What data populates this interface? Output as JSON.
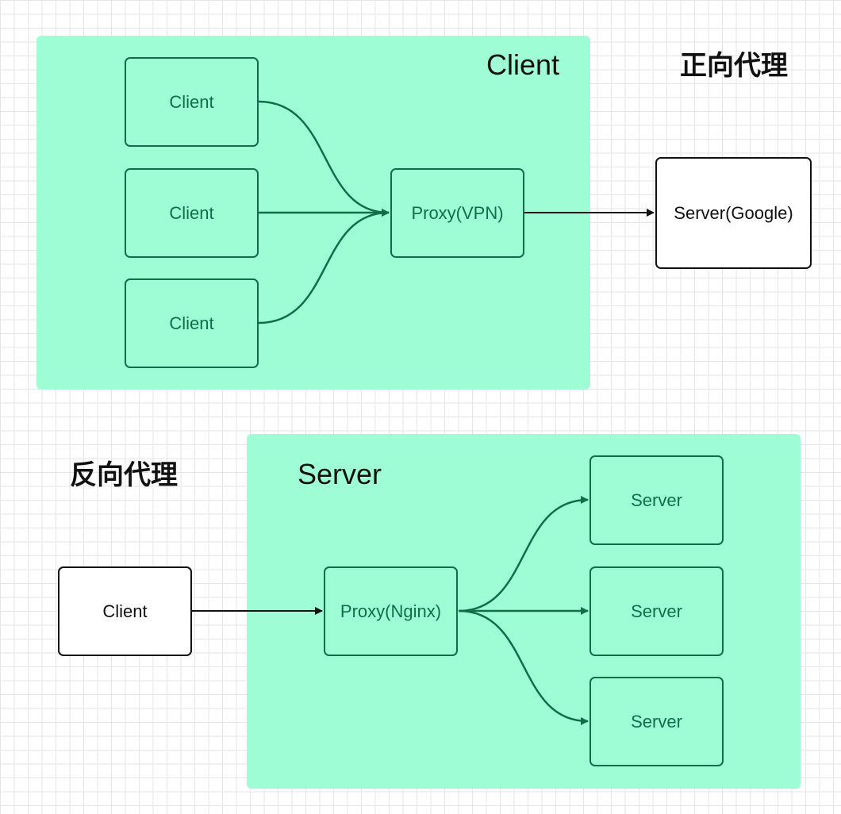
{
  "forward": {
    "heading": "正向代理",
    "region_label": "Client",
    "clients": [
      "Client",
      "Client",
      "Client"
    ],
    "proxy": "Proxy(VPN)",
    "server": "Server(Google)"
  },
  "reverse": {
    "heading": "反向代理",
    "region_label": "Server",
    "client": "Client",
    "proxy": "Proxy(Nginx)",
    "servers": [
      "Server",
      "Server",
      "Server"
    ]
  },
  "colors": {
    "region_fill": "#9ffdd6",
    "green_stroke": "#136d45",
    "black_stroke": "#111111"
  }
}
